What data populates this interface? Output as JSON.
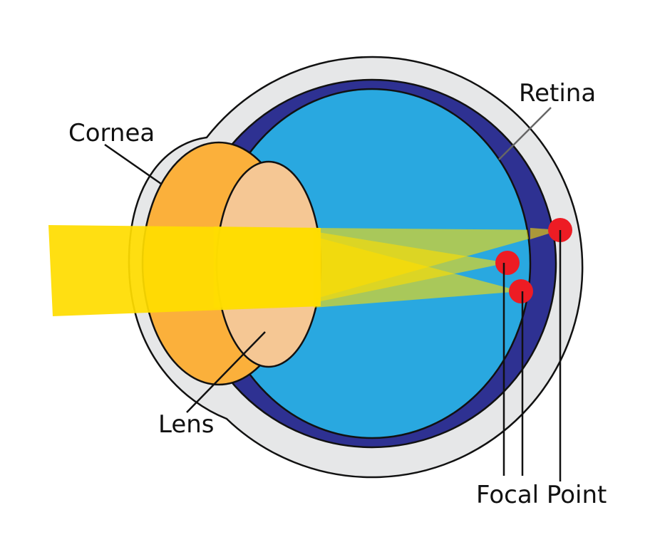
{
  "labels": {
    "cornea": "Cornea",
    "retina": "Retina",
    "lens": "Lens",
    "focal_point": "Focal Point"
  },
  "colors": {
    "sclera": "#E6E7E8",
    "choroid": "#2E3192",
    "vitreous": "#29A8E0",
    "cornea": "#FBB03B",
    "lens": "#F5C794",
    "light_beam": "#FFDD00",
    "focal_point": "#ED1C24",
    "outline": "#111111"
  }
}
